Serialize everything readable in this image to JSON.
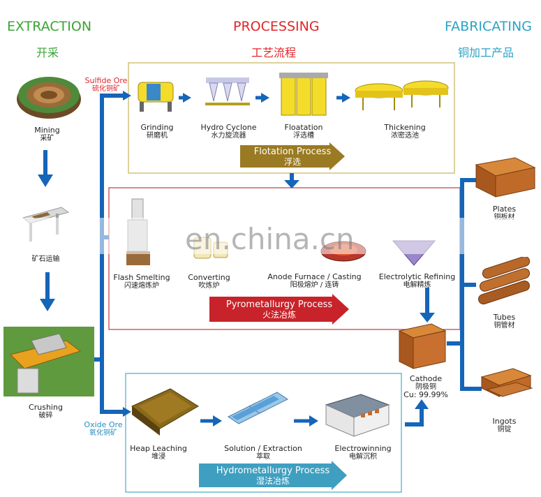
{
  "headers": {
    "extraction": {
      "en": "EXTRACTION",
      "cn": "开采",
      "color": "#3aa535"
    },
    "processing": {
      "en": "PROCESSING",
      "cn": "工艺流程",
      "color": "#e0262b"
    },
    "fabricating": {
      "en": "FABRICATING",
      "cn": "铜加工产品",
      "color": "#2aa3c6"
    }
  },
  "extraction": {
    "mining": {
      "en": "Mining",
      "cn": "采矿"
    },
    "transport": {
      "cn": "矿石运输"
    },
    "crushing": {
      "en": "Crushing",
      "cn": "破碎"
    }
  },
  "ore": {
    "sulfide": {
      "en": "Sulfide Ore",
      "cn": "硫化铜矿"
    },
    "oxide": {
      "en": "Oxide Ore",
      "cn": "氧化铜矿"
    }
  },
  "flotation": {
    "steps": [
      {
        "en": "Grinding",
        "cn": "研磨机"
      },
      {
        "en": "Hydro Cyclone",
        "cn": "水力旋流器"
      },
      {
        "en": "Floatation",
        "cn": "浮选槽"
      },
      {
        "en": "Thickening",
        "cn": "浓密选池"
      }
    ],
    "banner": {
      "en": "Flotation Process",
      "cn": "浮选"
    },
    "color": "#9a7a22"
  },
  "pyro": {
    "steps": [
      {
        "en": "Flash Smelting",
        "cn": "闪速熔炼炉"
      },
      {
        "en": "Converting",
        "cn": "吹炼炉"
      },
      {
        "en": "Anode Furnace / Casting",
        "cn": "阳极熔炉 / 连铸"
      },
      {
        "en": "Electrolytic Refining",
        "cn": "电解精炼"
      }
    ],
    "banner": {
      "en": "Pyrometallurgy Process",
      "cn": "火法冶炼"
    },
    "color": "#c8232a"
  },
  "hydro": {
    "steps": [
      {
        "en": "Heap Leaching",
        "cn": "堆浸"
      },
      {
        "en": "Solution / Extraction",
        "cn": "萃取"
      },
      {
        "en": "Electrowinning",
        "cn": "电解沉积"
      }
    ],
    "banner": {
      "en": "Hydrometallurgy Process",
      "cn": "湿法冶炼"
    },
    "color": "#3f9fc0"
  },
  "cathode": {
    "en": "Cathode",
    "cn": "阴极铜",
    "purity": "Cu: 99.99%"
  },
  "products": {
    "plates": {
      "en": "Plates",
      "cn": "铜板材"
    },
    "tubes": {
      "en": "Tubes",
      "cn": "铜管材"
    },
    "ingots": {
      "en": "Ingots",
      "cn": "铜锭"
    }
  },
  "watermark": "en.china.cn",
  "colors": {
    "flow": "#1565b8",
    "copper": "#b8692a",
    "yellow": "#f4dc2a"
  }
}
